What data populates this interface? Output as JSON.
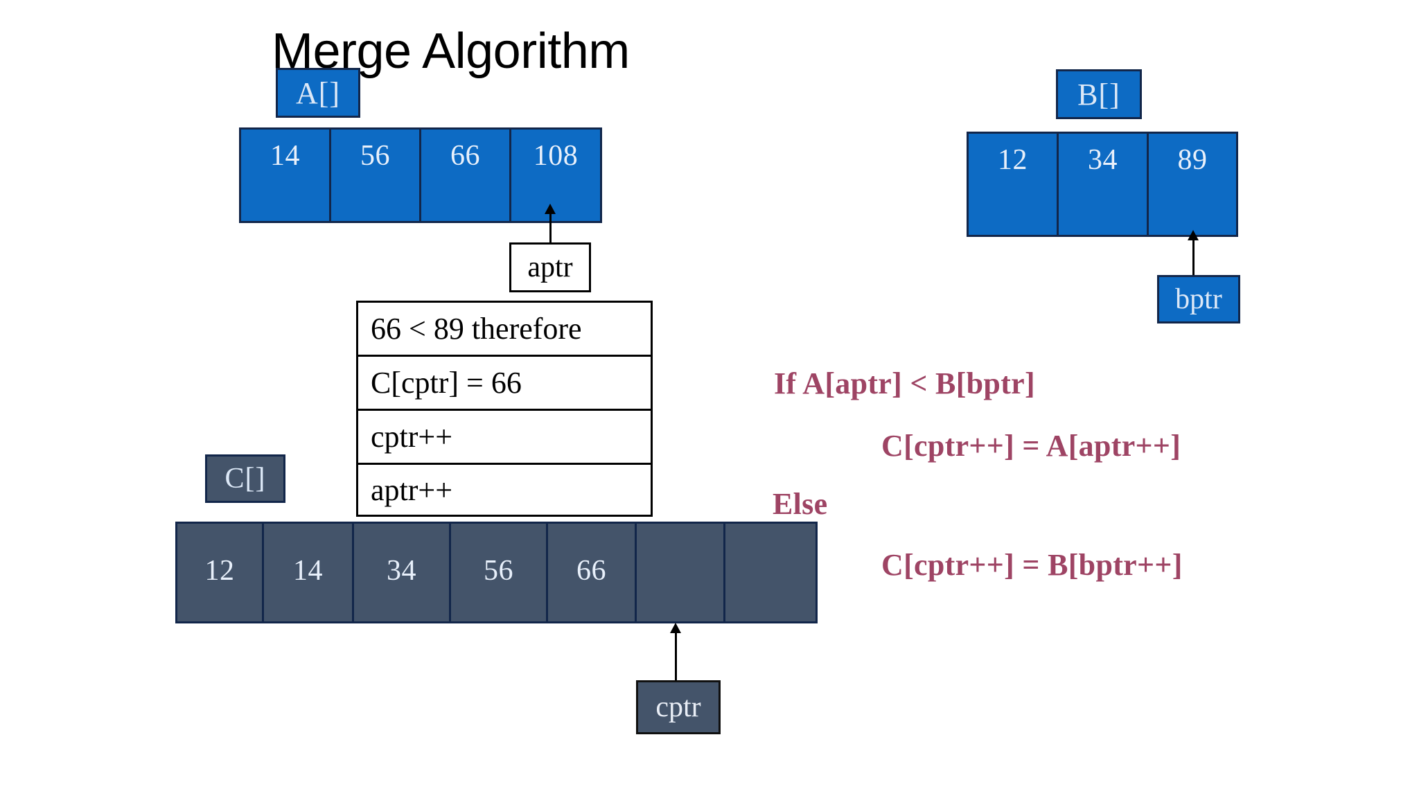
{
  "title": "Merge Algorithm",
  "arrays": {
    "a": {
      "label": "A[]",
      "values": [
        "14",
        "56",
        "66",
        "108"
      ]
    },
    "b": {
      "label": "B[]",
      "values": [
        "12",
        "34",
        "89"
      ]
    },
    "c": {
      "label": "C[]",
      "values": [
        "12",
        "14",
        "34",
        "56",
        "66",
        "",
        ""
      ]
    }
  },
  "pointers": {
    "aptr": "aptr",
    "bptr": "bptr",
    "cptr": "cptr"
  },
  "instructions": [
    "66 < 89 therefore",
    "C[cptr] = 66",
    "cptr++",
    "aptr++"
  ],
  "pseudocode": [
    "If A[aptr] < B[bptr]",
    "C[cptr++] = A[aptr++]",
    "Else",
    "C[cptr++] = B[bptr++]"
  ],
  "colors": {
    "blue": "#0d6bc4",
    "slate": "#44546a",
    "maroon": "#9e4464",
    "outline": "#12264a",
    "black": "#000000",
    "background": "#ffffff"
  }
}
